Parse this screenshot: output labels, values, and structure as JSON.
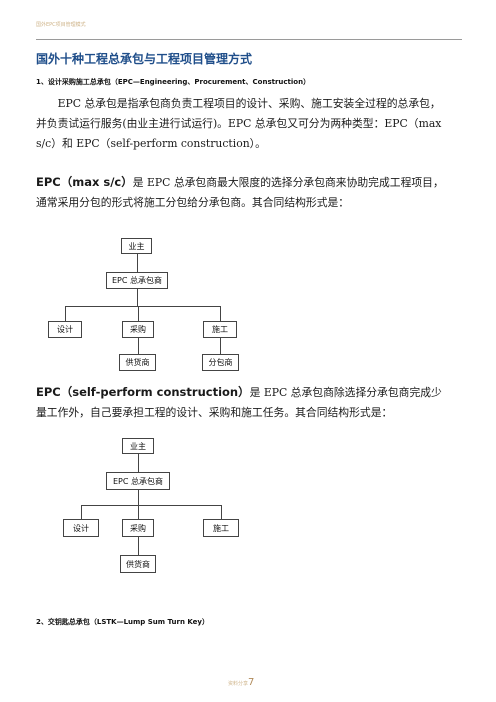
{
  "header": {
    "text": "国外EPC项目管理模式"
  },
  "title": "国外十种工程总承包与工程项目管理方式",
  "section1": {
    "heading": "1、设计采购施工总承包（EPC—Engineering、Procurement、Construction）",
    "p1_line1": "EPC 总承包是指承包商负责工程项目的设计、采购、施工安装全过程的总承包，",
    "p1_line2": "并负责试运行服务(由业主进行试运行)。EPC 总承包又可分为两种类型：EPC（max",
    "p1_line3": "s/c）和 EPC（self-perform construction）。",
    "p2_bold": "EPC（max s/c）",
    "p2_rest": "是 EPC 总承包商最大限度的选择分承包商来协助完成工程项目，",
    "p2_line2": "通常采用分包的形式将施工分包给分承包商。其合同结构形式是：",
    "p3_bold": "EPC（self-perform construction）",
    "p3_rest": "是 EPC 总承包商除选择分承包商完成少",
    "p3_line2": "量工作外，自己要承担工程的设计、采购和施工任务。其合同结构形式是："
  },
  "diagram1": {
    "owner": "业主",
    "contractor": "EPC 总承包商",
    "design": "设计",
    "procurement": "采购",
    "construction": "施工",
    "supplier": "供货商",
    "subcontractor": "分包商"
  },
  "diagram2": {
    "owner": "业主",
    "contractor": "EPC 总承包商",
    "design": "设计",
    "procurement": "采购",
    "construction": "施工",
    "supplier": "供货商"
  },
  "section2": {
    "heading": "2、交钥匙总承包（LSTK—Lump Sum Turn Key）"
  },
  "footer": {
    "label": "资料分享",
    "page": "7"
  }
}
